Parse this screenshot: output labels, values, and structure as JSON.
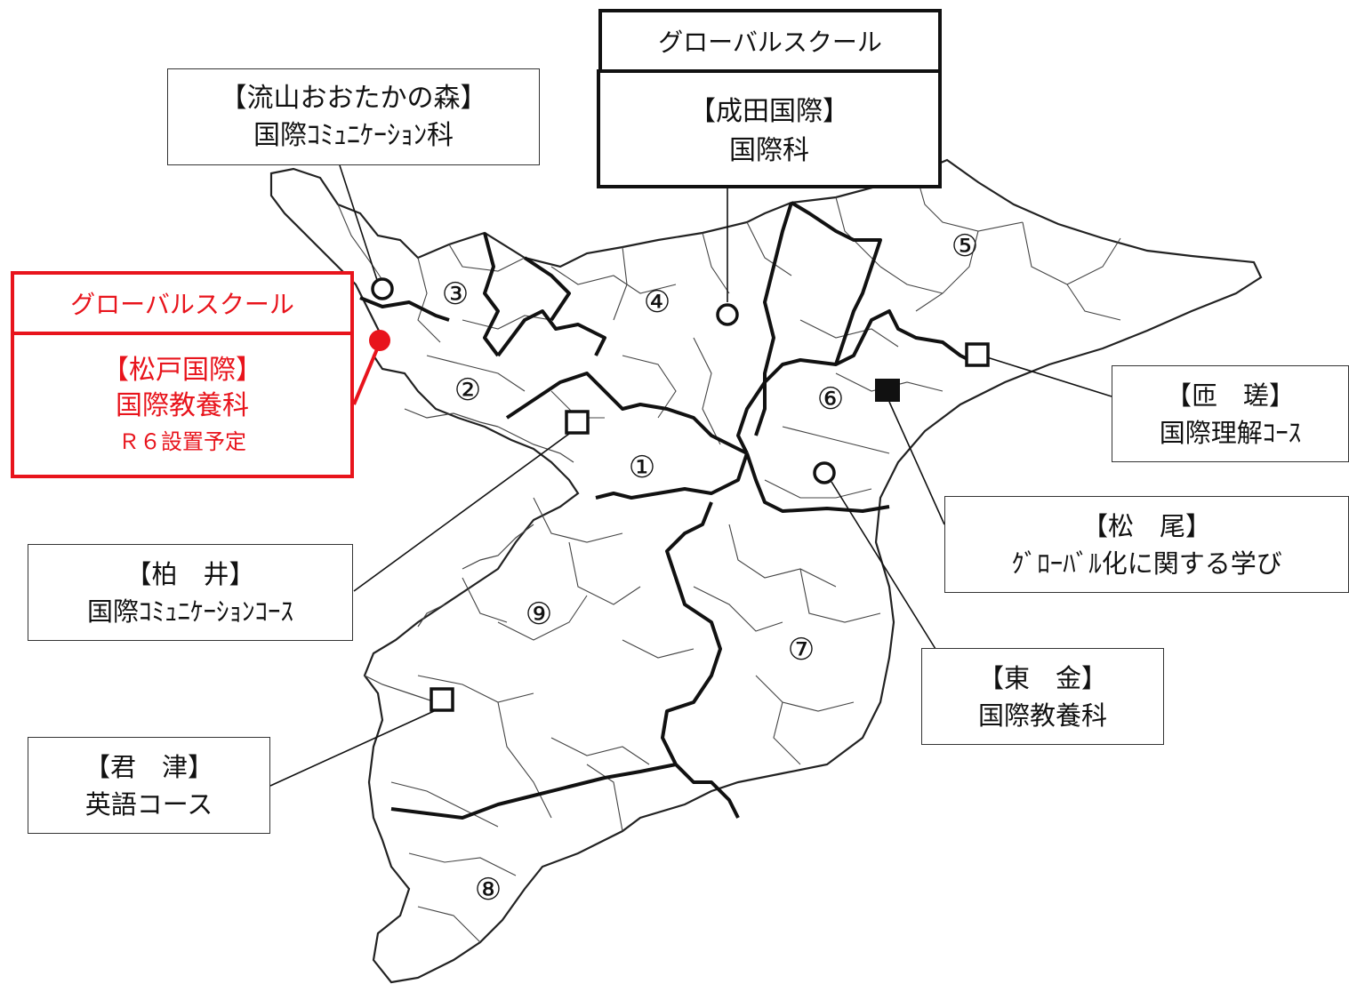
{
  "global_school_label": "グローバルスクール",
  "regions": [
    "①",
    "②",
    "③",
    "④",
    "⑤",
    "⑥",
    "⑦",
    "⑧",
    "⑨"
  ],
  "schools": {
    "nagareyama": {
      "name": "【流山おおたかの森】",
      "course": "国際ｺﾐｭﾆｹｰｼｮﾝ科"
    },
    "narita": {
      "name": "【成田国際】",
      "course": "国際科"
    },
    "matsudo": {
      "name": "【松戸国際】",
      "course": "国際教養科",
      "note": "Ｒ６設置予定"
    },
    "sosa": {
      "name": "【匝　瑳】",
      "course": "国際理解ｺｰｽ"
    },
    "matsuo": {
      "name": "【松　尾】",
      "course": "ｸﾞﾛｰﾊﾞﾙ化に関する学び"
    },
    "kashiwai": {
      "name": "【柏　井】",
      "course": "国際ｺﾐｭﾆｹｰｼｮﾝｺｰｽ"
    },
    "togane": {
      "name": "【東　金】",
      "course": "国際教養科"
    },
    "kimitsu": {
      "name": "【君　津】",
      "course": "英語コース"
    }
  },
  "colors": {
    "highlight": "#e8141c",
    "line": "#111111",
    "background": "#ffffff"
  },
  "marker_legend": {
    "circle": "circle-marker",
    "square": "square-marker",
    "filled_square": "filled-square-marker",
    "red_dot": "red-dot-marker"
  }
}
